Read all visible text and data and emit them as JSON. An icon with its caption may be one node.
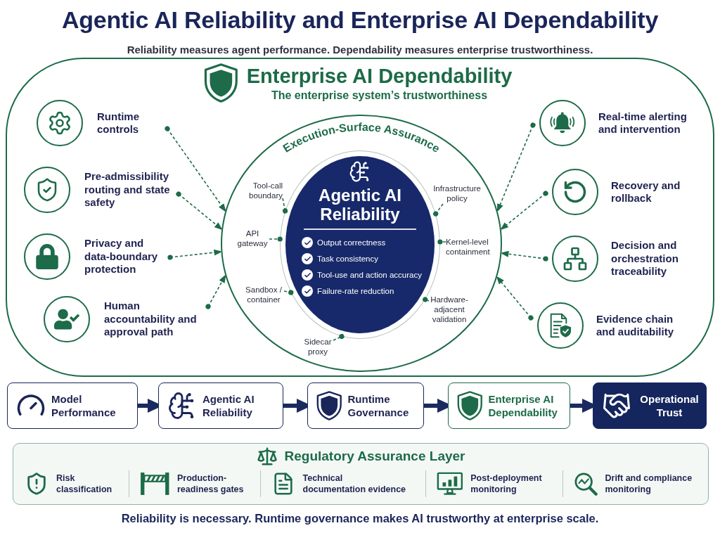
{
  "diagram": {
    "title": "Agentic AI Reliability and Enterprise AI Dependability",
    "caption": "Reliability is necessary. Runtime governance makes AI trustworthy at enterprise scale.",
    "nodes": [
      {
        "text": [
          "Enterprise AI Dependability",
          "The enterprise system’s trustworthiness"
        ]
      },
      {
        "text": [
          "Execution-Surface Assurance"
        ],
        "in": 0
      },
      {
        "text": [
          "Agentic AI Reliability",
          "Output correctness",
          "Task consistency",
          "Tool-use and action accuracy",
          "Failure-rate reduction"
        ],
        "in": 1
      },
      {
        "text": [
          "Runtime controls"
        ],
        "in": 0
      },
      {
        "text": [
          "Pre-admissibility routing and state safety"
        ],
        "in": 0
      },
      {
        "text": [
          "Privacy and data-boundary protection"
        ],
        "in": 0
      },
      {
        "text": [
          "Human accountability and approval path"
        ],
        "in": 0
      },
      {
        "text": [
          "Real-time alerting and intervention"
        ],
        "in": 0
      },
      {
        "text": [
          "Recovery and rollback"
        ],
        "in": 0
      },
      {
        "text": [
          "Decision and orchestration traceability"
        ],
        "in": 0
      },
      {
        "text": [
          "Evidence chain and auditability"
        ],
        "in": 0
      },
      {
        "text": [
          "Tool-call boundary"
        ],
        "in": 1
      },
      {
        "text": [
          "API gateway"
        ],
        "in": 1
      },
      {
        "text": [
          "Sandbox / container"
        ],
        "in": 1
      },
      {
        "text": [
          "Sidecar proxy"
        ],
        "in": 1
      },
      {
        "text": [
          "Infrastructure policy"
        ],
        "in": 1
      },
      {
        "text": [
          "Kernel-level containment"
        ],
        "in": 1
      },
      {
        "text": [
          "Hardware-adjacent validation"
        ],
        "in": 1
      },
      {
        "text": [
          "Model Performance"
        ]
      },
      {
        "text": [
          "Agentic AI Reliability"
        ]
      },
      {
        "text": [
          "Runtime Governance"
        ]
      },
      {
        "text": [
          "Enterprise AI Dependability"
        ]
      },
      {
        "text": [
          "Operational Trust"
        ]
      },
      {
        "text": [
          "Regulatory Assurance Layer",
          "Risk classification",
          "Production-readiness gates",
          "Technical documentation evidence",
          "Post-deployment monitoring",
          "Drift and compliance monitoring"
        ]
      }
    ],
    "edges": [
      {
        "from": 3,
        "to": 1,
        "arrow": "to",
        "style": "dashed"
      },
      {
        "from": 4,
        "to": 1,
        "arrow": "to",
        "style": "dashed"
      },
      {
        "from": 5,
        "to": 1,
        "arrow": "to",
        "style": "dashed"
      },
      {
        "from": 6,
        "to": 1,
        "arrow": "to",
        "style": "dashed"
      },
      {
        "from": 7,
        "to": 1,
        "arrow": "to",
        "style": "dashed"
      },
      {
        "from": 8,
        "to": 1,
        "arrow": "to",
        "style": "dashed"
      },
      {
        "from": 9,
        "to": 1,
        "arrow": "to",
        "style": "dashed"
      },
      {
        "from": 10,
        "to": 1,
        "arrow": "to",
        "style": "dashed"
      },
      {
        "from": 11,
        "to": 2,
        "arrow": "other",
        "style": "dashed"
      },
      {
        "from": 12,
        "to": 2,
        "arrow": "other",
        "style": "dashed"
      },
      {
        "from": 13,
        "to": 2,
        "arrow": "other",
        "style": "dashed"
      },
      {
        "from": 14,
        "to": 2,
        "arrow": "other",
        "style": "dashed"
      },
      {
        "from": 15,
        "to": 2,
        "arrow": "other",
        "style": "dashed"
      },
      {
        "from": 16,
        "to": 2,
        "arrow": "other",
        "style": "dashed"
      },
      {
        "from": 17,
        "to": 2,
        "arrow": "other",
        "style": "dashed"
      },
      {
        "from": 18,
        "to": 19,
        "arrow": "to",
        "style": "thick",
        "color": "#1b2a5e"
      },
      {
        "from": 19,
        "to": 20,
        "arrow": "to",
        "style": "thick",
        "color": "#1b2a5e"
      },
      {
        "from": 20,
        "to": 21,
        "arrow": "to",
        "style": "thick",
        "color": "#1b2a5e"
      },
      {
        "from": 21,
        "to": 22,
        "arrow": "to",
        "style": "thick",
        "color": "#1b2a5e"
      }
    ],
    "labels": [
      "Reliability measures agent performance. Dependability measures enterprise trustworthiness."
    ]
  }
}
